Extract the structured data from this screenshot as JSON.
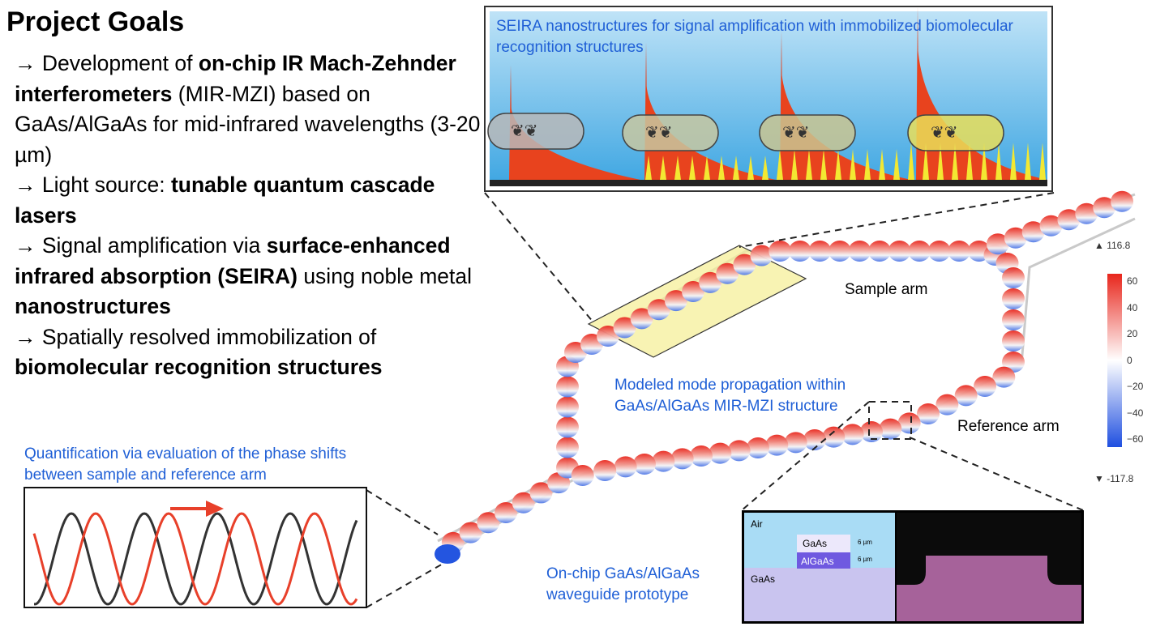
{
  "title": "Project Goals",
  "goals": [
    {
      "parts": [
        {
          "text": "→ Development of ",
          "bold": false
        },
        {
          "text": "on-chip IR Mach-Zehnder interferometers",
          "bold": true
        },
        {
          "text": " (MIR-MZI) based on GaAs/AlGaAs for mid-infrared wavelengths (3-20 µm)",
          "bold": false
        }
      ]
    },
    {
      "parts": [
        {
          "text": "→ Light source: ",
          "bold": false
        },
        {
          "text": "tunable quantum cascade lasers",
          "bold": true
        }
      ]
    },
    {
      "parts": [
        {
          "text": "→ Signal amplification via ",
          "bold": false
        },
        {
          "text": "surface-enhanced infrared absorption (SEIRA)",
          "bold": true
        },
        {
          "text": " using noble metal ",
          "bold": false
        },
        {
          "text": "nanostructures",
          "bold": true
        }
      ]
    },
    {
      "parts": [
        {
          "text": "→ Spatially resolved immobilization of ",
          "bold": false
        },
        {
          "text": "biomolecular recognition structures",
          "bold": true
        }
      ]
    }
  ],
  "captions": {
    "seira": "SEIRA nanostructures for signal amplification with immobilized biomolecular recognition structures",
    "mode": "Modeled mode propagation within GaAs/AlGaAs MIR-MZI structure",
    "quant": "Quantification via evaluation of the phase shifts between sample and reference arm",
    "waveguide": "On-chip GaAs/AlGaAs waveguide prototype"
  },
  "arms": {
    "sample": "Sample arm",
    "reference": "Reference arm"
  },
  "colorbar": {
    "max": "▲ 116.8",
    "min": "▼ -117.8",
    "ticks": [
      "60",
      "40",
      "20",
      "0",
      "−20",
      "−40",
      "−60"
    ]
  },
  "waveguide": {
    "air": "Air",
    "gaas_layer": "GaAs",
    "algaas_layer": "AlGaAs",
    "substrate": "GaAs",
    "thickness1": "6 µm",
    "thickness2": "6 µm"
  },
  "colors": {
    "caption_blue": "#1f5fd6",
    "field_red": "#e8261c",
    "field_blue": "#2455e0",
    "highlight_yellow": "#f6ef9a",
    "sky": "#4fb0e4",
    "wave_black": "#333333",
    "wave_red": "#e8402a"
  }
}
